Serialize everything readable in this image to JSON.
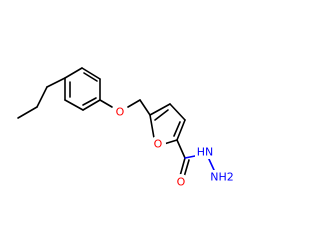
{
  "structure": {
    "atoms": {
      "ether_oxygen": "O",
      "furan_oxygen": "O",
      "carbonyl_oxygen": "O",
      "hydrazide_nh": "HN",
      "hydrazide_nh2": "NH2"
    },
    "colors": {
      "bond": "#000000",
      "oxygen": "#ff0000",
      "nitrogen": "#0000ff",
      "background": "#ffffff"
    }
  }
}
